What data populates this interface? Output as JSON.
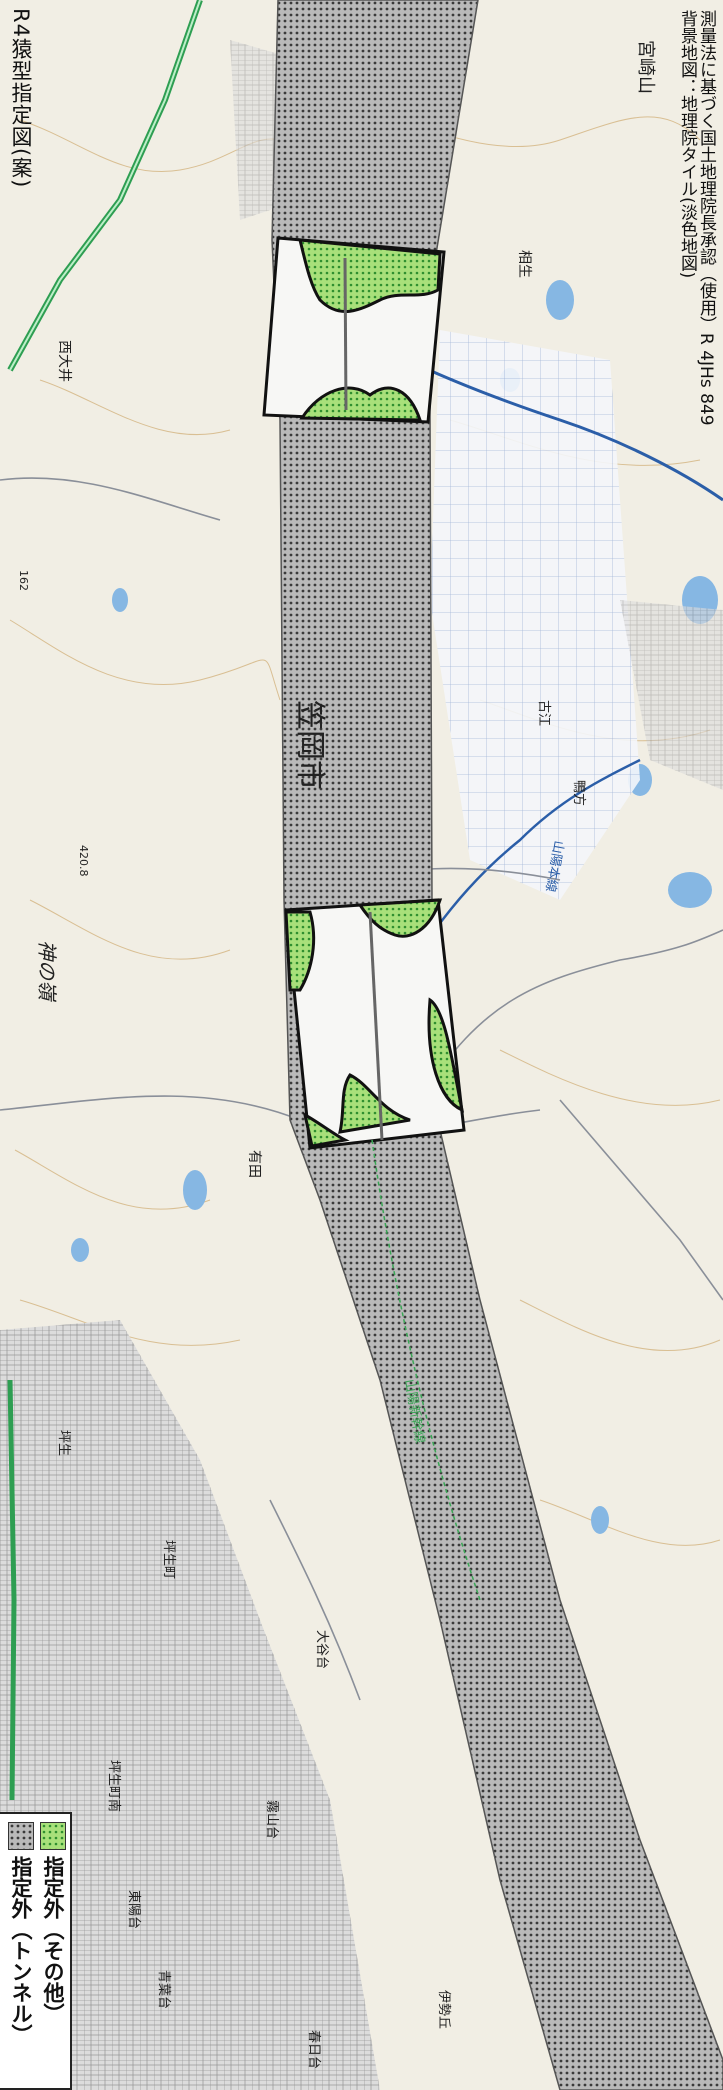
{
  "map": {
    "title": "R4猿型指定図(案)",
    "source_note": [
      "測量法に基づく国土地理院長承認（使用）R 4JHs 849",
      "背景地図：地理院タイル(淡色地図)"
    ]
  },
  "legend": {
    "items": [
      {
        "label": "指定外（トンネル）",
        "pattern": "dots-gray"
      },
      {
        "label": "指定外（その他）",
        "pattern": "dots-green"
      }
    ]
  },
  "places": {
    "city": "笠岡市",
    "mountain_kaminomine": "神の嶺",
    "miyazakiyama": "宮崎山",
    "aioi": "相生",
    "nishioi": "西大井",
    "arita": "有田",
    "tsuboo": "坪生",
    "tsubocho": "坪生町",
    "tsuboo_minami": "坪生町南",
    "oyadai": "大谷台",
    "kirayamadai": "霧山台",
    "aobadai": "青葉台",
    "higashi_aobadai": "東陽台",
    "kasugadai": "春日台",
    "izugaoka": "伊勢丘",
    "kotoe": "古江",
    "kamo": "鴨方",
    "sanyo_line": "山陽本線",
    "shinkansen": "山陽新幹線",
    "elev_420": "420.8",
    "elev_162": "162"
  },
  "colors": {
    "tunnel_fill": "#b8b8b8",
    "tunnel_dot": "#3a3a3a",
    "other_fill": "#a8e07a",
    "other_dot": "#2f8f2f",
    "road": "#8a8f99",
    "water": "#86b7e3",
    "contour": "#d4b88c",
    "greenway": "#3aa655"
  }
}
